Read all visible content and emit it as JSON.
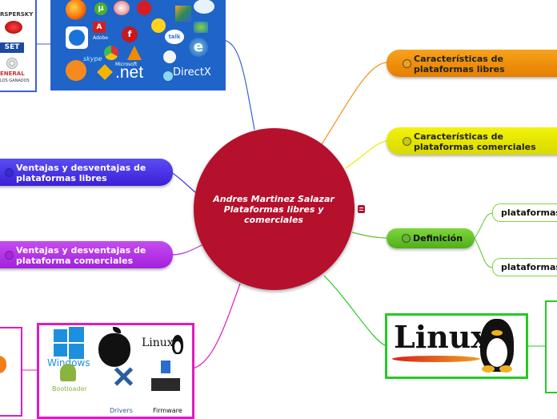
{
  "central": {
    "title": "Andres Martinez Salazar Plataformas libres y comerciales"
  },
  "nodes": {
    "caracteristicas_libres": "Características de plataformas libres",
    "caracteristicas_comerciales": "Características de plataformas  comerciales",
    "definicion": "Definición",
    "ventajas_libres": "Ventajas y desventajas de plataformas libres",
    "ventajas_comerciales": "Ventajas y desventajas de plataforma comerciales",
    "definicion_child_1": "plataformas",
    "definicion_child_2": "plataformas"
  },
  "images": {
    "software_logos": {
      "adobe": "Adobe",
      "skype": "skype",
      "talk": "talk",
      "net": ".net",
      "microsoft": "Microsoft",
      "directx": "DirectX"
    },
    "antivirus_logos": {
      "kaspersky": "RSPERSKY",
      "eset": "SET",
      "genial": "ENERAL",
      "footer": "LOS GANADOS"
    },
    "os_logos": {
      "windows": "Windows",
      "linux_small": "Linux",
      "bootloader": "Bootloader",
      "drivers": "Drivers",
      "firmware": "Firmware"
    },
    "linux_banner": {
      "linux": "Linux"
    }
  },
  "colors": {
    "central": "#b5102c",
    "orange": "#f39212",
    "yellow": "#ecec05",
    "green": "#5cc22a",
    "blue": "#4433e6",
    "purple": "#b437e8",
    "software_bg": "#1f64c8",
    "os_border": "#e01cbf",
    "linux_border": "#22cc22"
  }
}
